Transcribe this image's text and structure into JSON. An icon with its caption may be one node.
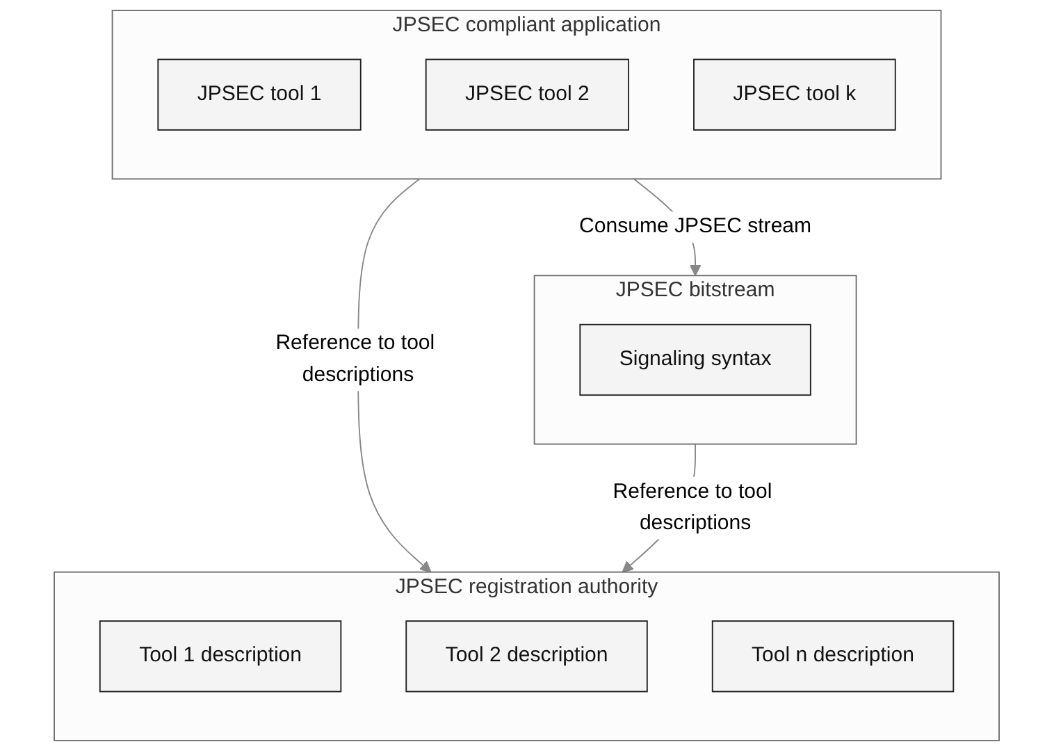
{
  "diagram": {
    "nodes": [
      {
        "text": [
          "JPSEC compliant application"
        ]
      },
      {
        "text": [
          "JPSEC tool 1"
        ],
        "in": 0
      },
      {
        "text": [
          "JPSEC tool 2"
        ],
        "in": 0
      },
      {
        "text": [
          "JPSEC tool k"
        ],
        "in": 0
      },
      {
        "text": [
          "JPSEC registration authority"
        ]
      },
      {
        "text": [
          "Tool 1 description"
        ],
        "in": 4
      },
      {
        "text": [
          "Tool 2 description"
        ],
        "in": 4
      },
      {
        "text": [
          "Tool n description"
        ],
        "in": 4
      },
      {
        "text": [
          "JPSEC bitstream"
        ]
      },
      {
        "text": [
          "Signaling syntax"
        ],
        "in": 8
      }
    ],
    "edges": [
      {
        "from": 0,
        "to": 4,
        "arrow": "to",
        "label": "Reference to tool descriptions",
        "color": "#888888"
      },
      {
        "from": 0,
        "to": 8,
        "arrow": "to",
        "label": "Consume JPSEC stream",
        "color": "#888888"
      },
      {
        "from": 8,
        "to": 4,
        "arrow": "to",
        "label": "Reference to tool descriptions",
        "color": "#888888"
      }
    ]
  }
}
